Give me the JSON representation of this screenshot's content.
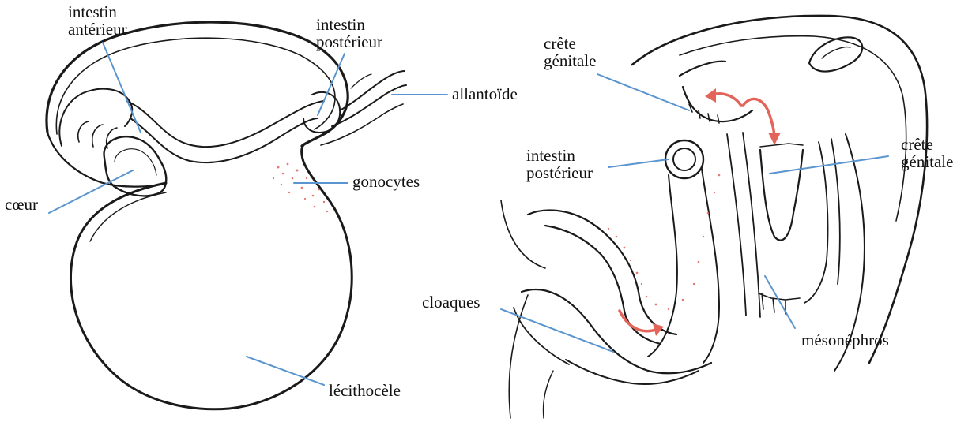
{
  "colors": {
    "outline": "#1a1a1a",
    "leader": "#5b95cf",
    "gonocytes": "#e2645a",
    "label_text": "#111111"
  },
  "labels": {
    "left": {
      "intestin_anterieur": [
        "intestin",
        "antérieur"
      ],
      "intestin_posterieur": [
        "intestin",
        "postérieur"
      ],
      "allantoide": [
        "allantoïde"
      ],
      "gonocytes": [
        "gonocytes"
      ],
      "coeur": [
        "cœur"
      ],
      "lecithocele": [
        "lécithocèle"
      ]
    },
    "right": {
      "crete_genitale_top": [
        "crête",
        "génitale"
      ],
      "intestin_posterieur": [
        "intestin",
        "postérieur"
      ],
      "crete_genitale_right": [
        "crête",
        "génitale"
      ],
      "cloaques": [
        "cloaques"
      ],
      "mesonephros": [
        "mésonéphros"
      ]
    }
  }
}
